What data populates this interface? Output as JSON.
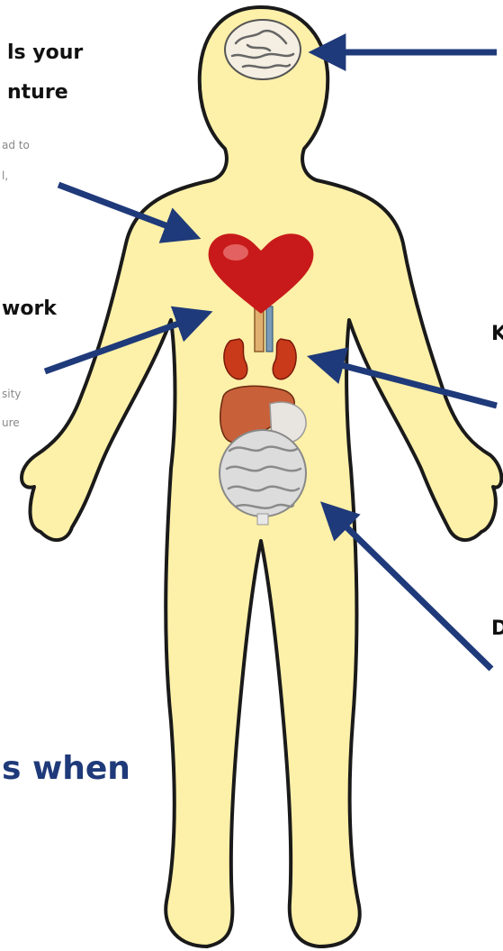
{
  "labels": {
    "top_left_line1": "ls your",
    "top_left_line2": "nture",
    "small_1": "ad to",
    "small_2": "l,",
    "mid_left": "work",
    "small_3": "sity",
    "small_4": "ure",
    "right_k": "K",
    "right_d": "D",
    "bottom_left": "s when"
  },
  "colors": {
    "body_fill": "#fdf0a8",
    "outline": "#1a1a1a",
    "arrow": "#1f3a7a",
    "heart": "#c81a1a",
    "kidney": "#c83a1a",
    "liver": "#c8603a",
    "intestine": "#d8d8d8"
  },
  "icons": [
    "brain-icon",
    "heart-icon",
    "kidney-icon",
    "liver-icon",
    "intestine-icon"
  ]
}
